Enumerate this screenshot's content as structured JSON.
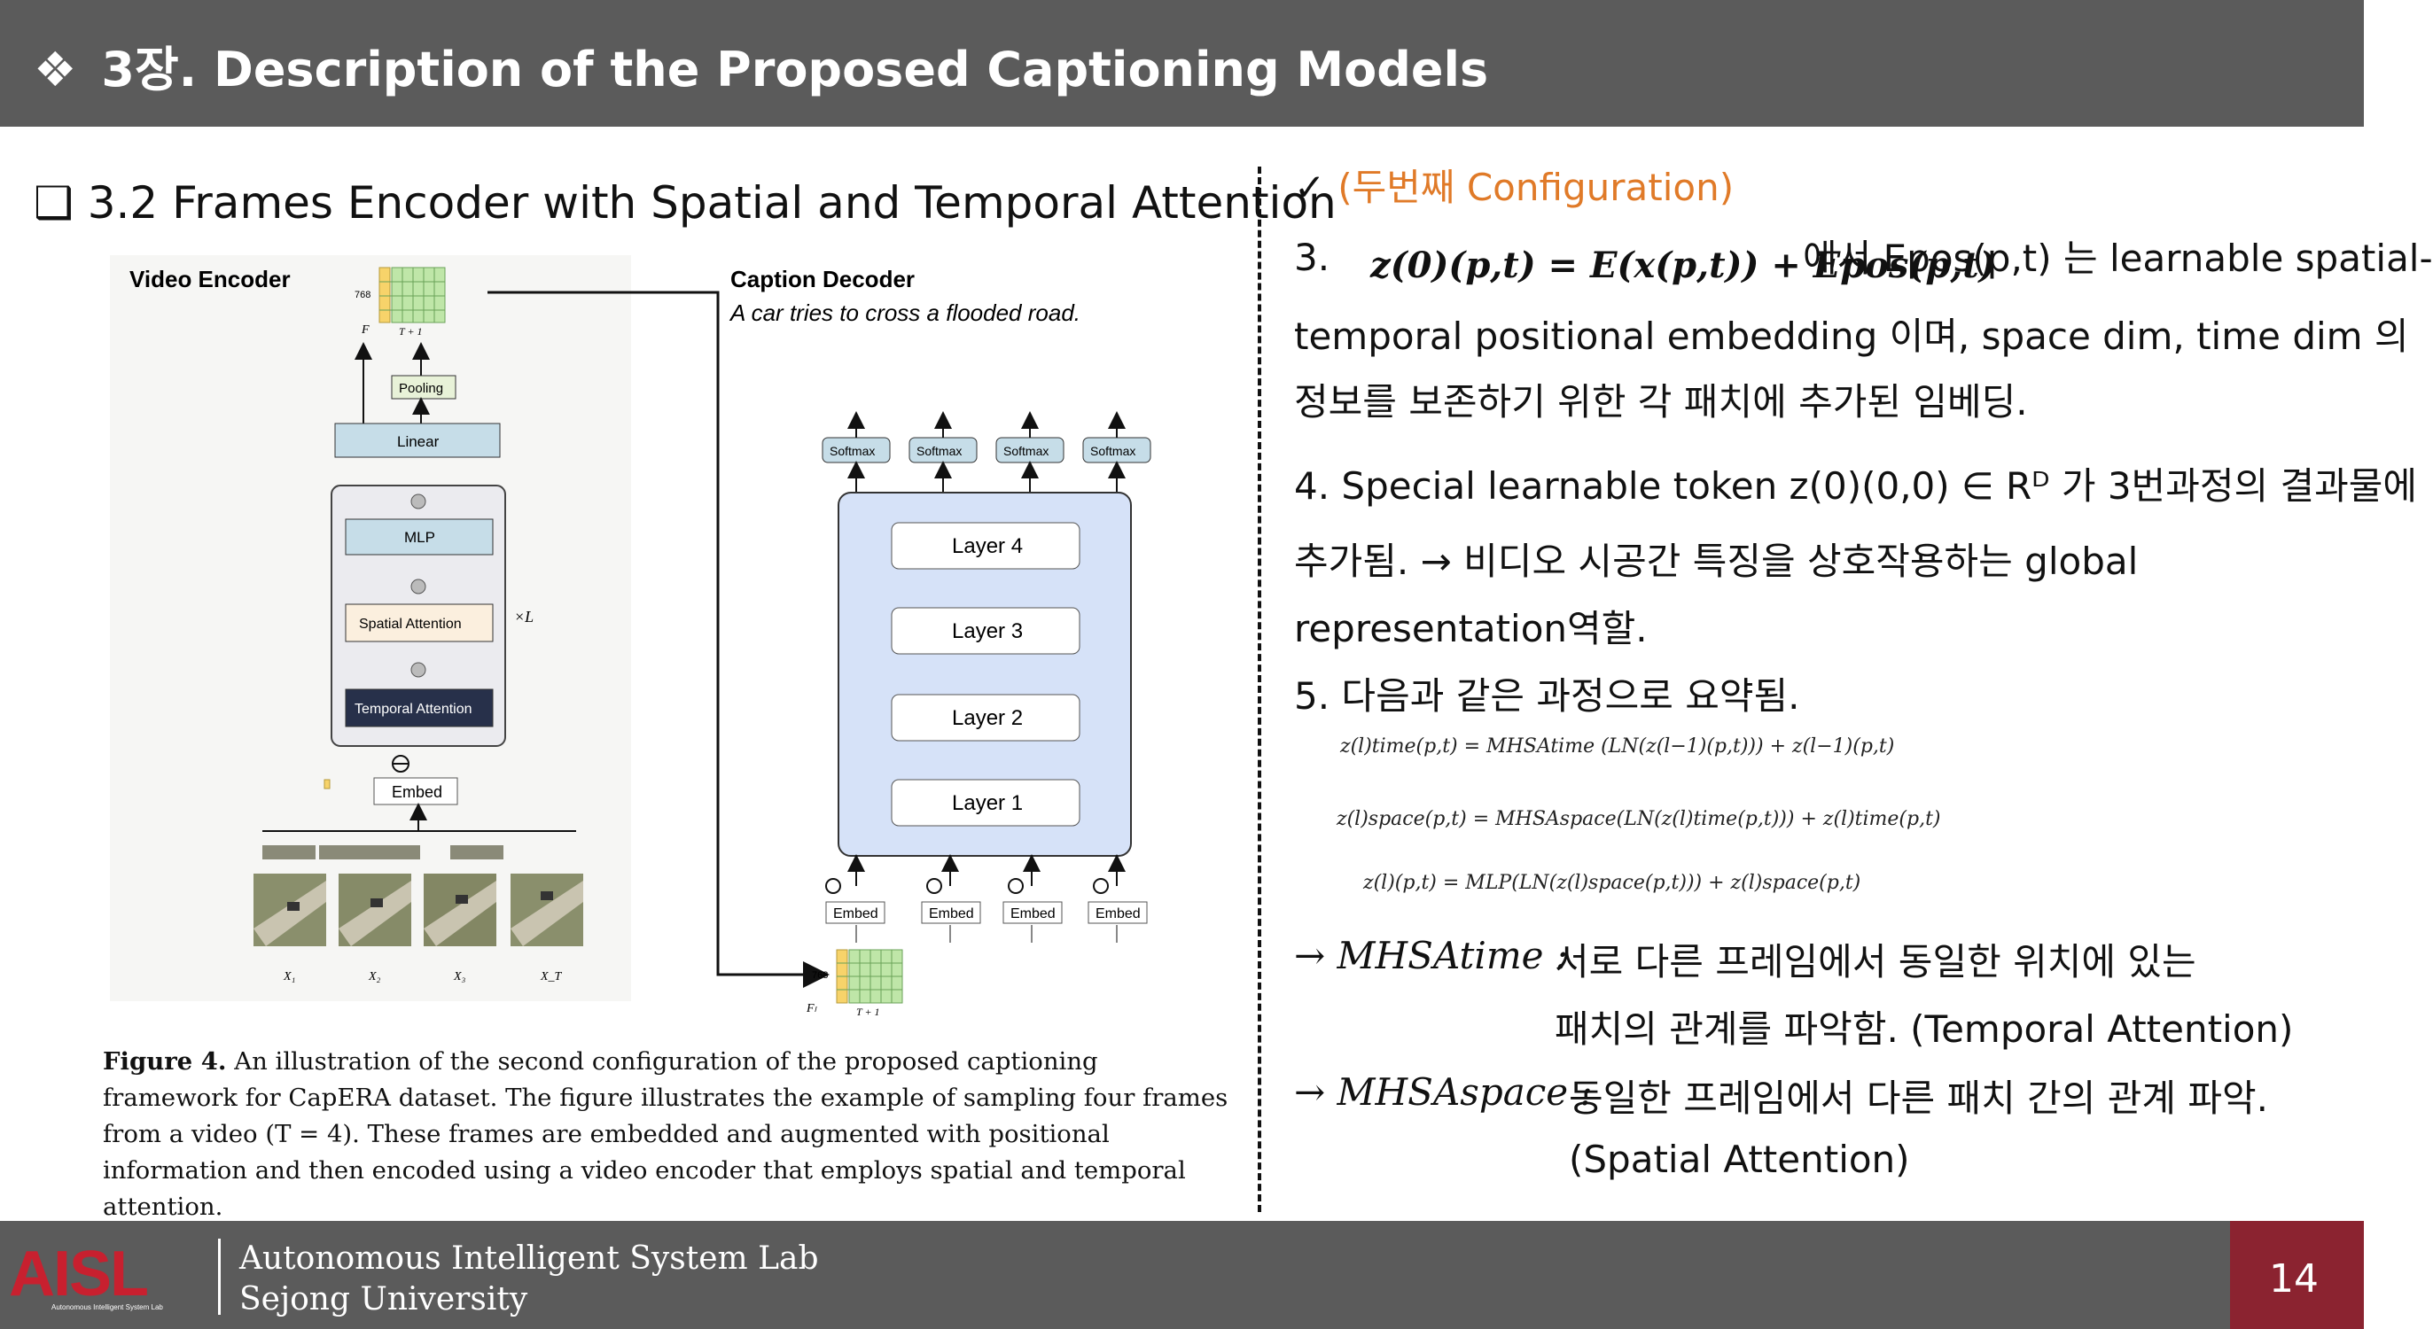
{
  "header": {
    "title": "3장. Description of the Proposed Captioning Models",
    "bullet": "❖"
  },
  "section": {
    "title": "❑ 3.2 Frames Encoder with Spatial and Temporal Attention"
  },
  "figure": {
    "video_encoder_title": "Video Encoder",
    "caption_decoder_title": "Caption Decoder",
    "caption_example": "A car tries to cross a flooded road.",
    "dim_label": "768",
    "feature_label": "F",
    "feature_t1": "T + 1",
    "fl_label": "Fₗ",
    "pooling": "Pooling",
    "linear": "Linear",
    "mlp": "MLP",
    "spatial_attention": "Spatial Attention",
    "temporal_attention": "Temporal Attention",
    "xl": "×L",
    "embed": "Embed",
    "softmax": "Softmax",
    "layers": [
      "Layer 4",
      "Layer 3",
      "Layer 2",
      "Layer 1"
    ],
    "frame_labels": [
      "X₁",
      "X₂",
      "X₃",
      "X_T"
    ]
  },
  "caption": {
    "label": "Figure 4.",
    "text": "An illustration of the second configuration of the proposed captioning framework for CapERA dataset. The figure illustrates the example of sampling four frames from a video (T = 4). These frames are embedded and augmented with positional information and then encoded using a video encoder that employs spatial and temporal attention."
  },
  "right": {
    "check": "✓",
    "config": "(두번째 Configuration)",
    "item3_num": "3.",
    "item3_eq": "z(0)(p,t) = E(x(p,t)) + Epos(p,t)",
    "item3_a": "에서 Epos(p,t) 는 learnable spatial-",
    "item3_b": "temporal positional embedding 이며, space dim, time dim 의",
    "item3_c": "정보를 보존하기 위한 각 패치에 추가된 임베딩.",
    "item4_a": "4. Special learnable token z(0)(0,0) ∈ Rᴰ 가 3번과정의 결과물에",
    "item4_b": "추가됨. → 비디오 시공간 특징을 상호작용하는 global",
    "item4_c": "representation역할.",
    "item5": "5. 다음과 같은 과정으로 요약됨.",
    "eq1": "z(l)time(p,t) = MHSAtime (LN(z(l−1)(p,t))) + z(l−1)(p,t)",
    "eq2": "z(l)space(p,t) = MHSAspace(LN(z(l)time(p,t))) + z(l)time(p,t)",
    "eq3": "z(l)(p,t) = MLP(LN(z(l)space(p,t))) + z(l)space(p,t)",
    "time_label": "→ MHSAtime :",
    "time_desc_a": "서로 다른 프레임에서 동일한 위치에 있는",
    "time_desc_b": "패치의 관계를 파악함. (Temporal Attention)",
    "space_label": "→ MHSAspace :",
    "space_desc_a": "동일한 프레임에서 다른 패치 간의 관계 파악.",
    "space_desc_b": "(Spatial Attention)"
  },
  "footer": {
    "logo_text": "AISL",
    "logo_sub": "Autonomous Intelligent System Lab",
    "lab_name": "Autonomous Intelligent System Lab",
    "university": "Sejong University",
    "page_number": "14"
  },
  "colors": {
    "header_bg": "#5b5b5b",
    "accent": "#e07a28",
    "page_box": "#8b2330",
    "decoder_bg": "#d6e2f8"
  }
}
